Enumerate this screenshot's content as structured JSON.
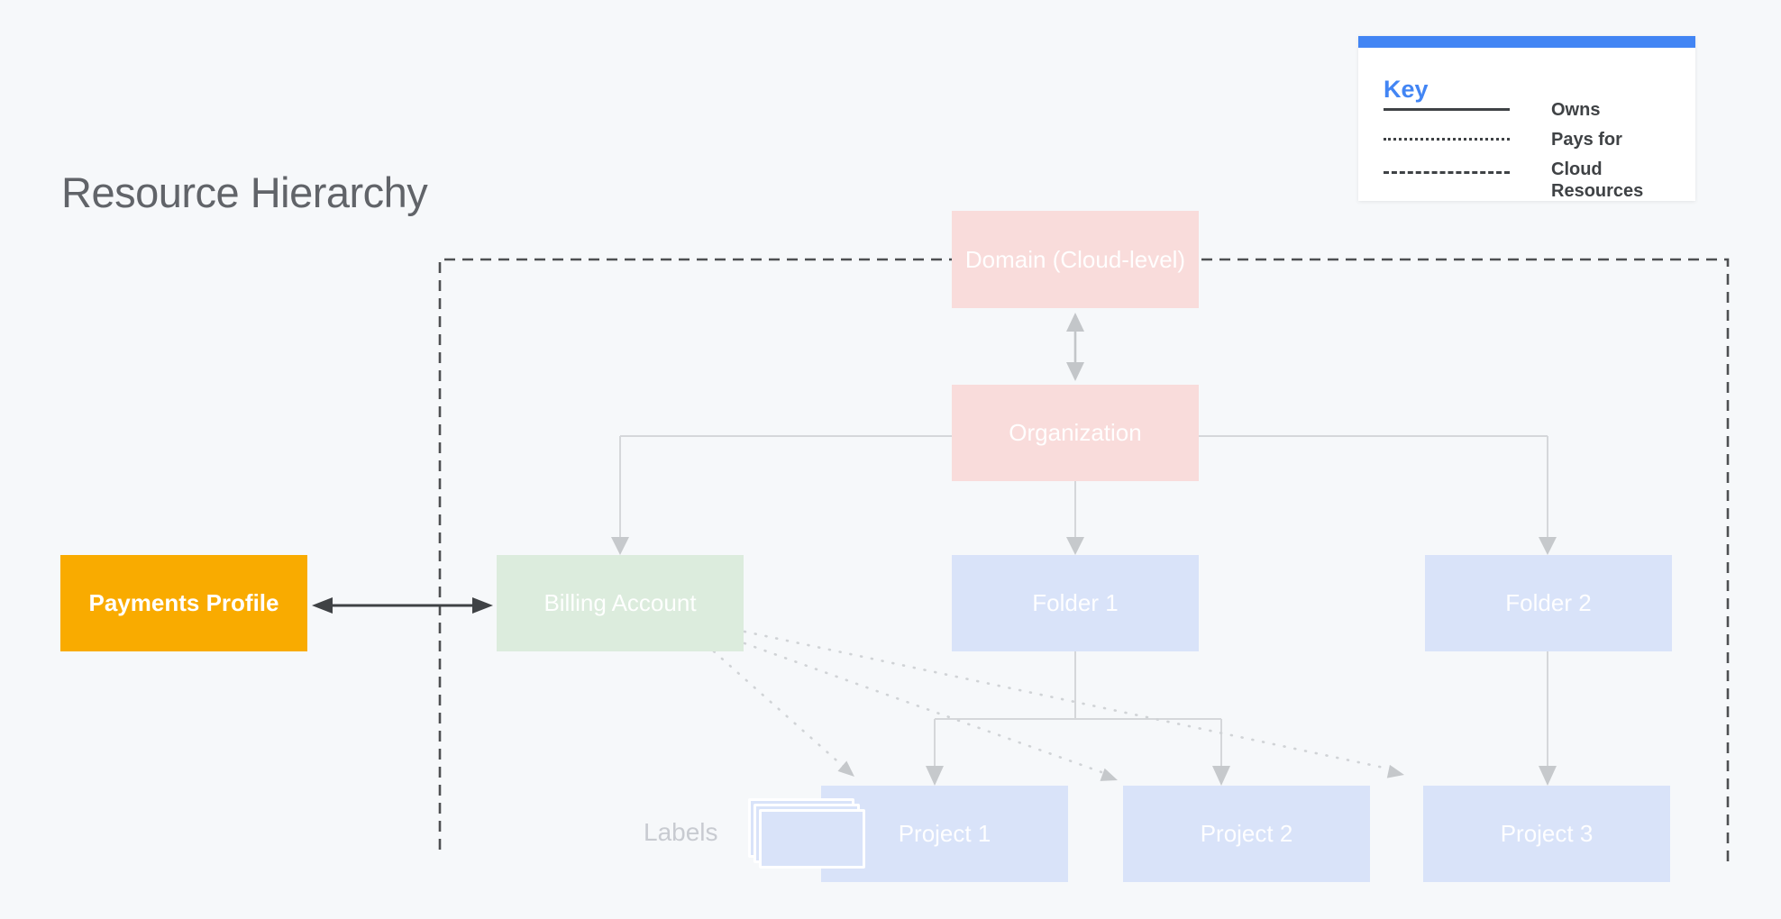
{
  "title": "Resource Hierarchy",
  "legend": {
    "heading": "Key",
    "items": [
      {
        "line_style": "solid",
        "label": "Owns"
      },
      {
        "line_style": "dotted",
        "label": "Pays for"
      },
      {
        "line_style": "dashed",
        "label": "Cloud Resources"
      }
    ]
  },
  "nodes": {
    "domain": "Domain (Cloud-level)",
    "organization": "Organization",
    "billing_account": "Billing Account",
    "folder_1": "Folder 1",
    "folder_2": "Folder 2",
    "payments_profile": "Payments Profile",
    "project_1": "Project 1",
    "project_2": "Project 2",
    "project_3": "Project 3"
  },
  "annotations": {
    "labels_caption": "Labels"
  },
  "colors": {
    "accent_blue": "#4285F4",
    "node_pink": "#F9DCDB",
    "node_green": "#DCECDD",
    "node_blue": "#D9E3F9",
    "node_yellow": "#F9AB00",
    "boundary_dash": "#4E5052",
    "connector_gray": "#D5D7DA",
    "dark_arrow": "#3F4245",
    "background": "#F6F8FA"
  }
}
